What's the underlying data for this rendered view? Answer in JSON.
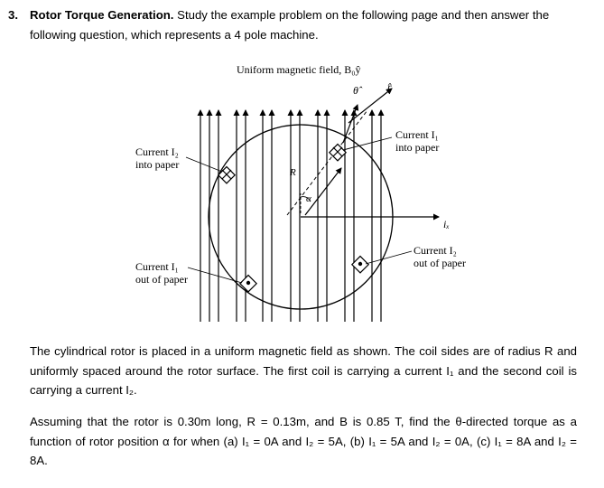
{
  "question": {
    "number": "3.",
    "title": "Rotor Torque Generation.",
    "intro": "Study the example problem on the following page and then answer the",
    "intro_cont": "following question, which represents a 4 pole machine."
  },
  "figure": {
    "caption": "Uniform magnetic field, B₀ŷ",
    "labels": {
      "theta_hat": "θ̂",
      "r_hat": "r̂",
      "i_x": "iₓ",
      "R": "R",
      "alpha": "α",
      "current_i2_into_line1": "Current I₂",
      "current_i2_into_line2": "into paper",
      "current_i1_into_line1": "Current I₁",
      "current_i1_into_line2": "into paper",
      "current_i1_out_line1": "Current I₁",
      "current_i1_out_line2": "out of paper",
      "current_i2_out_line1": "Current I₂",
      "current_i2_out_line2": "out of paper"
    }
  },
  "paragraphs": [
    "The cylindrical rotor is placed in a uniform magnetic field as shown.  The coil sides are of radius R and uniformly spaced around the rotor surface.  The first coil is carrying a current I₁ and the second coil is carrying a current I₂.",
    "Assuming that the rotor is 0.30m long, R = 0.13m, and B is 0.85 T, find the θ-directed torque as a function of rotor position α for when (a) I₁ = 0A and I₂ = 5A, (b) I₁ = 5A and I₂ = 0A, (c) I₁ = 8A and I₂ = 8A."
  ]
}
